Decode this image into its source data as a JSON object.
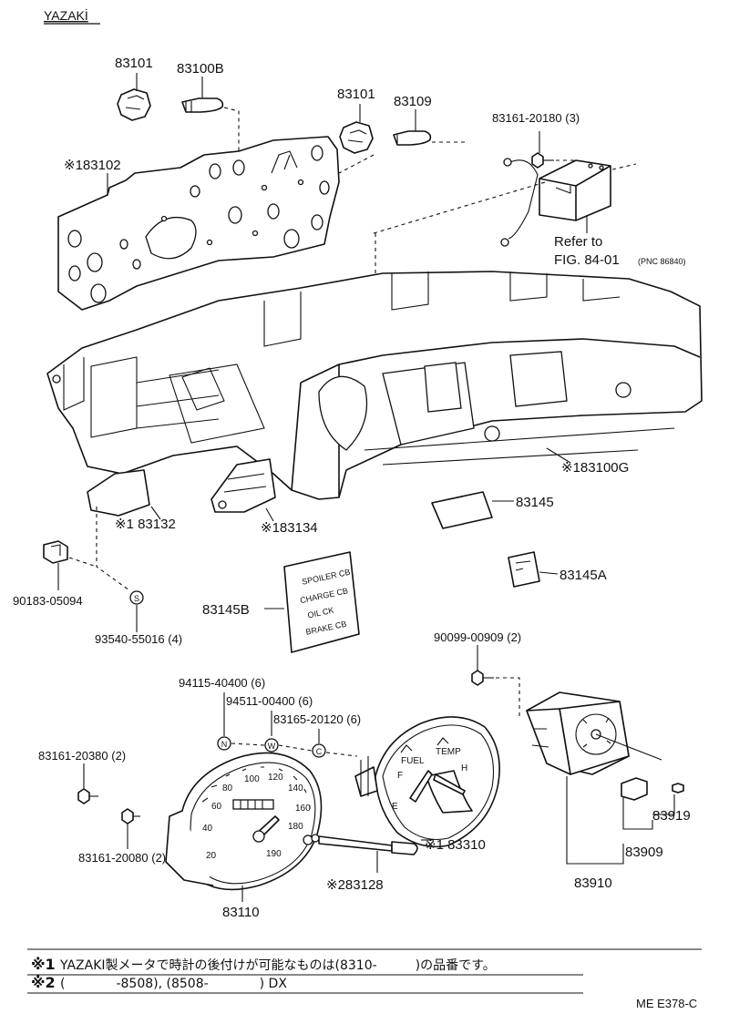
{
  "header": {
    "brand": "YAZAKİ"
  },
  "labels": {
    "p83101_a": "83101",
    "p83100B": "83100B",
    "p83101_b": "83101",
    "p83109": "83109",
    "p83161_20180": "83161-20180 (3)",
    "p83102": "※183102",
    "refer_line1": "Refer to",
    "refer_line2": "FIG. 84-01",
    "refer_pnc": "(PNC 86840)",
    "p83100G": "※183100G",
    "p83132": "※1 83132",
    "p83134": "※183134",
    "p83145": "83145",
    "p83145A": "83145A",
    "p83145B": "83145B",
    "p90183": "90183-05094",
    "p93540": "93540-55016 (4)",
    "p90099": "90099-00909 (2)",
    "p94115": "94115-40400 (6)",
    "p94511": "94511-00400 (6)",
    "p83165": "83165-20120 (6)",
    "p83161_20380": "83161-20380 (2)",
    "p83161_20080": "83161-20080 (2)",
    "p83310": "※1 83310",
    "p83128": "※283128",
    "p83110": "83110",
    "p83919": "83919",
    "p83909": "83909",
    "p83910": "83910"
  },
  "markers": {
    "s": "S",
    "n": "N",
    "w": "W",
    "c": "C"
  },
  "warning_plate": [
    "SPOILER CB",
    "CHARGE CB",
    "OIL CK",
    "BRAKE CB"
  ],
  "speedometer": {
    "ticks": [
      "20",
      "40",
      "60",
      "80",
      "100",
      "120",
      "140",
      "160",
      "180"
    ],
    "extra": "190"
  },
  "gauge": {
    "fuel": "FUEL",
    "temp": "TEMP",
    "f": "F",
    "e": "E",
    "h": "H"
  },
  "notes": {
    "n1_mark": "※1",
    "n1_text": "YAZAKI製メータで時計の後付けが可能なものは(8310-　　　)の品番です。",
    "n2_mark": "※2",
    "n2_text": "(　　　　-8508), (8508-　　　　) DX"
  },
  "footer": {
    "code": "ME E378-C"
  }
}
